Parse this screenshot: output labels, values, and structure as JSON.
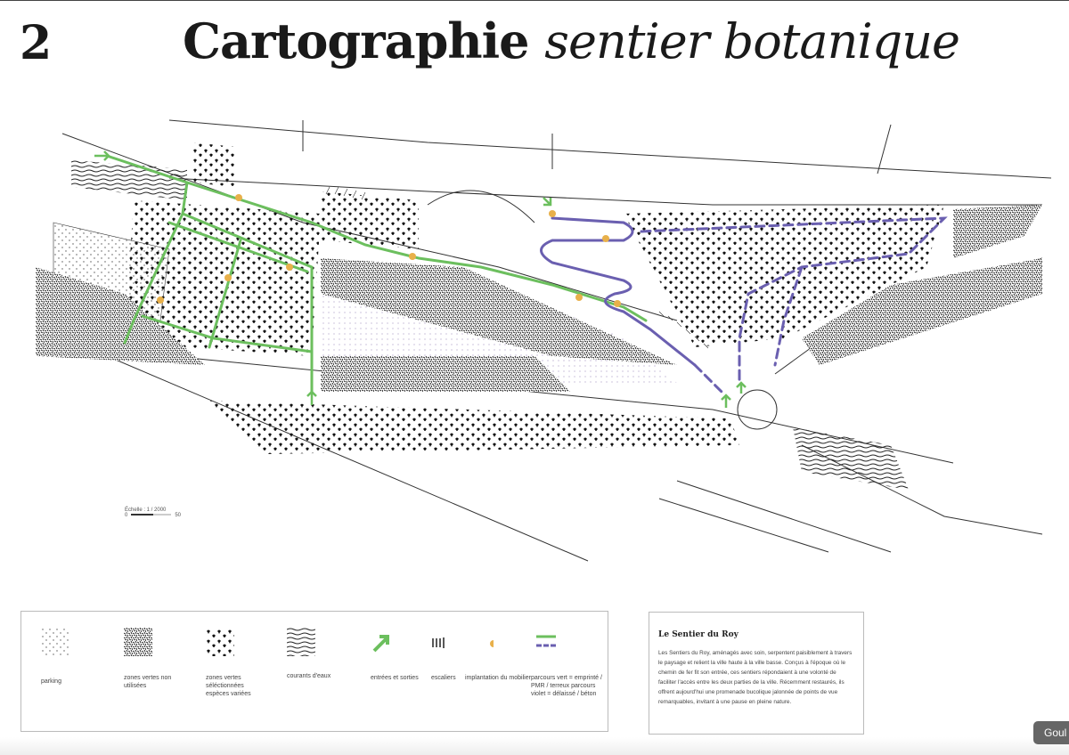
{
  "header": {
    "number": "2",
    "title_bold": "Cartographie",
    "title_italic": "sentier botanique"
  },
  "map": {
    "scale_label": "Échelle : 1 / 2000",
    "scale_start": "0",
    "scale_end": "50",
    "colors": {
      "green_path": "#6cbf5e",
      "purple_path": "#6a5fb0",
      "furniture": "#e8b04a"
    }
  },
  "legend": {
    "items": [
      {
        "icon": "parking-pattern",
        "label": "parking"
      },
      {
        "icon": "dense-noise-pattern",
        "label": "zones vertes non utilisées"
      },
      {
        "icon": "tree-pattern",
        "label": "zones vertes séléctionnées espèces variées"
      },
      {
        "icon": "wave-pattern",
        "label": "courants d'eaux"
      },
      {
        "icon": "arrow-icon",
        "label": "entrées et sorties"
      },
      {
        "icon": "stairs-icon",
        "label": "escaliers"
      },
      {
        "icon": "star-icon",
        "label": "implantation du mobilier"
      },
      {
        "icon": "path-lines-icon",
        "label": "parcours vert = emprinté / PMR / terreux parcours violet = délaissé / béton"
      }
    ]
  },
  "info": {
    "title": "Le Sentier du Roy",
    "body": "Les Sentiers du Roy, aménagés avec soin, serpentent paisiblement à travers le paysage et relient la ville haute à la ville basse. Conçus à l'époque où le chemin de fer fit son entrée, ces sentiers répondaient à une volonté de faciliter l'accès entre les deux parties de la ville. Récemment restaurés, ils offrent aujourd'hui une promenade bucolique jalonnée de points de vue remarquables, invitant à une pause en pleine nature."
  },
  "overlay_tag": "Goul"
}
